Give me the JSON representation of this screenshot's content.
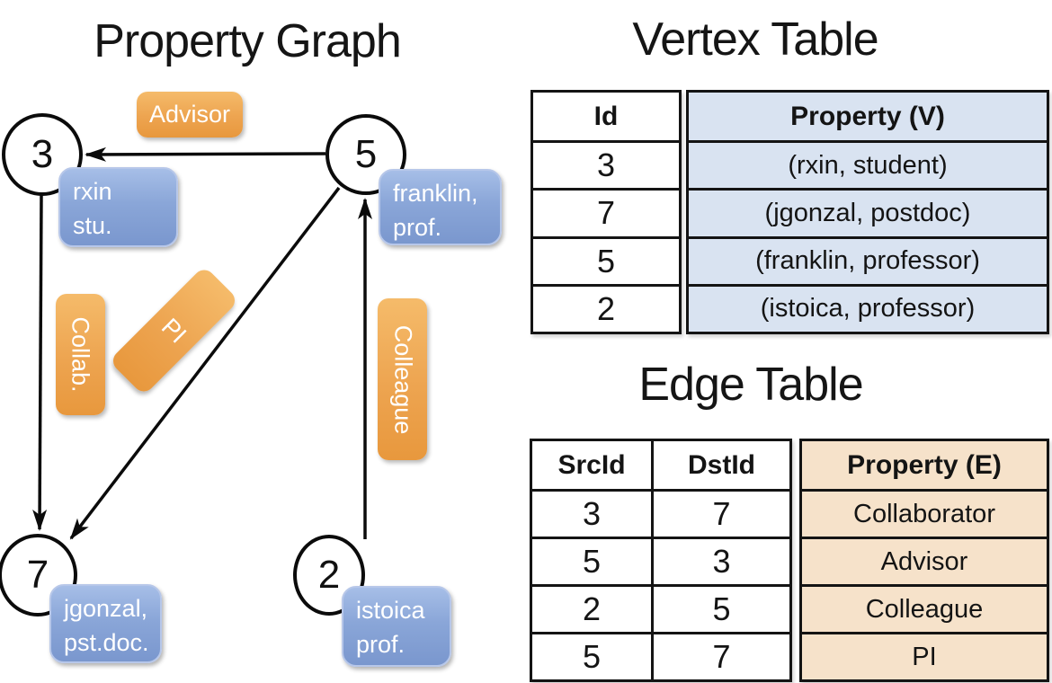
{
  "graph": {
    "title": "Property Graph",
    "nodes": [
      {
        "id": "3",
        "label_line1": "rxin",
        "label_line2": "stu."
      },
      {
        "id": "5",
        "label_line1": "franklin,",
        "label_line2": "prof."
      },
      {
        "id": "7",
        "label_line1": "jgonzal,",
        "label_line2": "pst.doc."
      },
      {
        "id": "2",
        "label_line1": "istoica",
        "label_line2": "prof."
      }
    ],
    "edges": [
      {
        "from": "5",
        "to": "3",
        "label": "Advisor"
      },
      {
        "from": "3",
        "to": "7",
        "label": "Collab."
      },
      {
        "from": "5",
        "to": "7",
        "label": "PI"
      },
      {
        "from": "2",
        "to": "5",
        "label": "Colleague"
      }
    ]
  },
  "vertex_table": {
    "title": "Vertex Table",
    "columns": {
      "id": "Id",
      "property": "Property (V)"
    },
    "rows": [
      {
        "id": "3",
        "property": "(rxin, student)"
      },
      {
        "id": "7",
        "property": "(jgonzal, postdoc)"
      },
      {
        "id": "5",
        "property": "(franklin, professor)"
      },
      {
        "id": "2",
        "property": "(istoica, professor)"
      }
    ]
  },
  "edge_table": {
    "title": "Edge Table",
    "columns": {
      "src": "SrcId",
      "dst": "DstId",
      "property": "Property (E)"
    },
    "rows": [
      {
        "src": "3",
        "dst": "7",
        "property": "Collaborator"
      },
      {
        "src": "5",
        "dst": "3",
        "property": "Advisor"
      },
      {
        "src": "2",
        "dst": "5",
        "property": "Colleague"
      },
      {
        "src": "5",
        "dst": "7",
        "property": "PI"
      }
    ]
  },
  "colors": {
    "edge_label_orange_top": "#f5bb6a",
    "edge_label_orange_bottom": "#e8983d",
    "vertex_label_blue_top": "#a6bee7",
    "vertex_label_blue_bottom": "#7a97ce",
    "vertex_table_cell_bg": "#d9e3f1",
    "edge_table_cell_bg": "#f6e2ca",
    "table_border": "#141414",
    "node_fill": "#ffffff"
  }
}
